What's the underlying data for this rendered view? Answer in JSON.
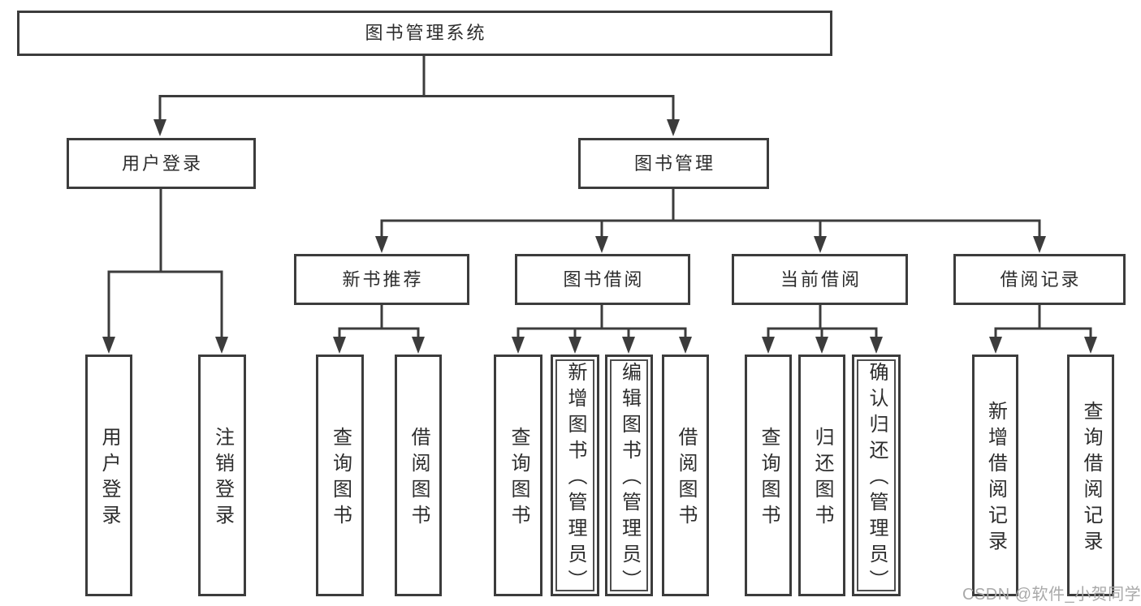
{
  "diagram": {
    "root": {
      "label": "图书管理系统"
    },
    "level2": [
      {
        "label": "用户登录"
      },
      {
        "label": "图书管理"
      }
    ],
    "level3": [
      {
        "label": "新书推荐"
      },
      {
        "label": "图书借阅"
      },
      {
        "label": "当前借阅"
      },
      {
        "label": "借阅记录"
      }
    ],
    "leaves": [
      {
        "label": "用户登录"
      },
      {
        "label": "注销登录"
      },
      {
        "label": "查询图书"
      },
      {
        "label": "借阅图书"
      },
      {
        "label": "查询图书"
      },
      {
        "label": "新增图书（管理员）"
      },
      {
        "label": "编辑图书（管理员）"
      },
      {
        "label": "借阅图书"
      },
      {
        "label": "查询图书"
      },
      {
        "label": "归还图书"
      },
      {
        "label": "确认归还（管理员）"
      },
      {
        "label": "新增借阅记录"
      },
      {
        "label": "查询借阅记录"
      }
    ]
  },
  "watermark": {
    "text": "CSDN @软件_小贺同学"
  },
  "colors": {
    "line": "#3c3c3c",
    "text": "#2d2d2d",
    "watermark": "#a9a9a9",
    "background": "#ffffff"
  }
}
